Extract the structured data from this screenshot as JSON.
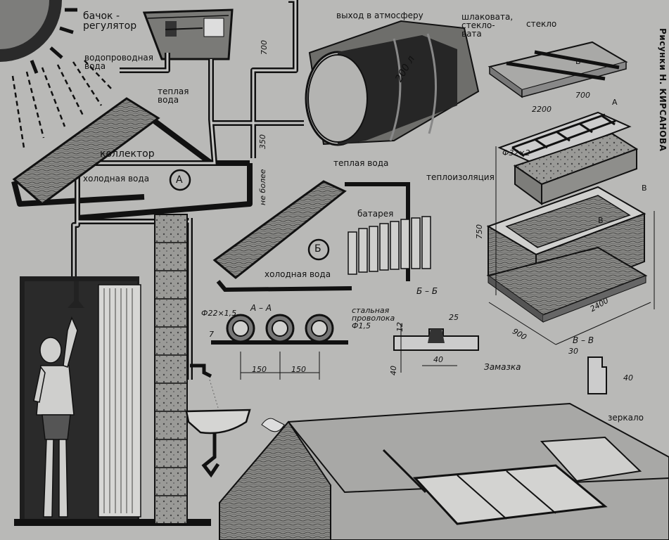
{
  "labels": {
    "tank_regulator": "бачок -\nрегулятор",
    "water_supply": "водопроводная\nвода",
    "warm_water_a": "теплая\nвода",
    "collector": "коллектор",
    "cold_water_a": "холодная вода",
    "mark_a": "А",
    "atmosphere_outlet": "выход в атмосферу",
    "slag_wool": "шлаковата,\nстекло-\nвата",
    "glass": "стекло",
    "credit": "Рисунки Н. КИРСАНОВА",
    "dim_700_top": "700",
    "dim_350": "350",
    "not_more": "не более",
    "warm_water_b": "теплая вода",
    "battery": "батарея",
    "mark_b": "Б",
    "cold_water_b": "холодная вода",
    "thermal_insulation": "теплоизоляция",
    "dim_2200": "2200",
    "dim_700_box": "700",
    "mark_a_box": "А",
    "pipe_32": "Ф32×2",
    "mark_b_box": "Б",
    "mark_v_box": "В",
    "mark_v_right": "В",
    "dim_750_box": "750",
    "dim_900": "900",
    "dim_2400": "2400",
    "section_aa": "А – А",
    "pipe_22": "Ф22×1,5",
    "dim_7": "7",
    "steel_wire": "стальная\nпроволока\nФ1,5",
    "dim_150_a": "150",
    "dim_150_b": "150",
    "section_bb": "Б – Б",
    "dim_12": "12",
    "dim_25": "25",
    "dim_40_bb_left": "40",
    "dim_40_bb_bottom": "40",
    "putty": "Замазка",
    "section_vv": "В – В",
    "dim_30": "30",
    "dim_40_vv": "40",
    "mirror": "зеркало",
    "barrel_volume": "200 л"
  }
}
